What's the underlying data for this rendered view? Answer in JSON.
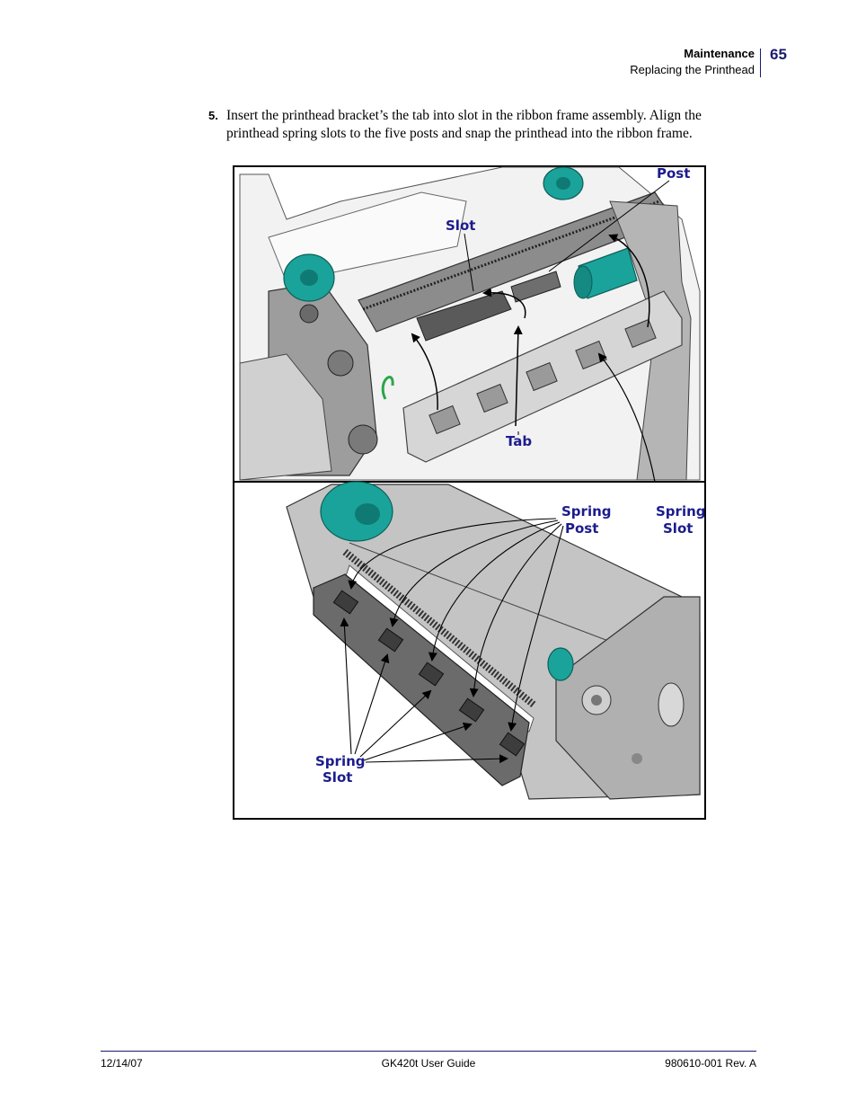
{
  "header": {
    "section": "Maintenance",
    "subsection": "Replacing the Printhead",
    "page_number": "65"
  },
  "step": {
    "number": "5.",
    "text": "Insert the printhead bracket’s the tab into slot in the ribbon frame assembly. Align the printhead spring slots to the five posts and snap the printhead into the ribbon frame."
  },
  "figure": {
    "top_labels": {
      "post": "Post",
      "slot": "Slot",
      "tab": "Tab"
    },
    "bottom_labels": {
      "spring_post_line1": "Spring",
      "spring_post_line2": "Post",
      "spring_slot_right_line1": "Spring",
      "spring_slot_right_line2": "Slot",
      "spring_slot_left_line1": "Spring",
      "spring_slot_left_line2": "Slot"
    },
    "colors": {
      "label": "#1c1c8c",
      "gear": "#1aa39a",
      "frame": "#bdbdbd",
      "dark_part": "#6b6b6b"
    }
  },
  "footer": {
    "date": "12/14/07",
    "title": "GK420t User Guide",
    "doc_id": "980610-001 Rev. A"
  }
}
